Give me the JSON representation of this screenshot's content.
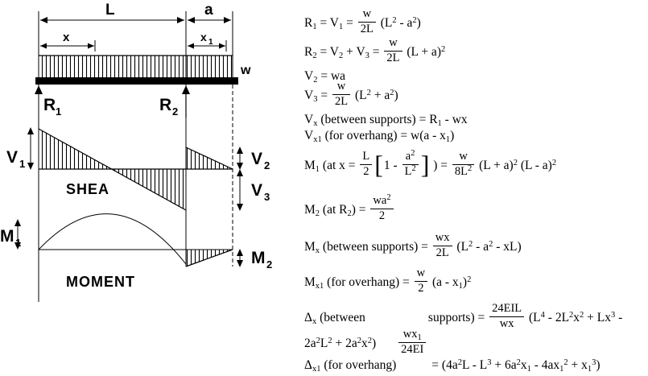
{
  "diagram": {
    "L": "L",
    "a": "a",
    "x": "x",
    "x1_main": "x",
    "x1_sub": "1",
    "w": "w",
    "r1_main": "R",
    "r1_sub": "1",
    "r2_main": "R",
    "r2_sub": "2",
    "v1_main": "V",
    "v1_sub": "1",
    "v2_main": "V",
    "v2_sub": "2",
    "v3_main": "V",
    "v3_sub": "3",
    "m1_main": "M",
    "m1_sub": "1",
    "m2_main": "M",
    "m2_sub": "2",
    "shear_label": "SHEA",
    "moment_label": "MOMENT"
  },
  "formulas": [
    {
      "name": "r1",
      "tokens": [
        {
          "t": "R"
        },
        {
          "sub": "1"
        },
        {
          "t": " = V"
        },
        {
          "sub": "1"
        },
        {
          "t": " = "
        },
        {
          "frac": {
            "num": [
              {
                "t": "w"
              }
            ],
            "den": [
              {
                "t": "2L"
              }
            ]
          }
        },
        {
          "t": " (L"
        },
        {
          "sup": "2"
        },
        {
          "t": " - a"
        },
        {
          "sup": "2"
        },
        {
          "t": ")"
        }
      ]
    },
    {
      "name": "r2",
      "tokens": [
        {
          "t": "R"
        },
        {
          "sub": "2"
        },
        {
          "t": " = V"
        },
        {
          "sub": "2"
        },
        {
          "t": " + V"
        },
        {
          "sub": "3"
        },
        {
          "t": " = "
        },
        {
          "frac": {
            "num": [
              {
                "t": "w"
              }
            ],
            "den": [
              {
                "t": "2L"
              }
            ]
          }
        },
        {
          "t": " (L + a)"
        },
        {
          "sup": "2"
        }
      ]
    },
    {
      "name": "v2",
      "tokens": [
        {
          "t": "V"
        },
        {
          "sub": "2"
        },
        {
          "t": " = wa"
        }
      ]
    },
    {
      "name": "v3",
      "tokens": [
        {
          "t": "V"
        },
        {
          "sub": "3"
        },
        {
          "t": " = "
        },
        {
          "frac": {
            "num": [
              {
                "t": "w"
              }
            ],
            "den": [
              {
                "t": "2L"
              }
            ]
          }
        },
        {
          "t": " (L"
        },
        {
          "sup": "2"
        },
        {
          "t": " + a"
        },
        {
          "sup": "2"
        },
        {
          "t": ")"
        }
      ]
    },
    {
      "name": "vx",
      "tokens": [
        {
          "t": "V"
        },
        {
          "sub": "x"
        },
        {
          "t": " (between supports) = R"
        },
        {
          "sub": "1"
        },
        {
          "t": " - wx"
        }
      ]
    },
    {
      "name": "vx1",
      "tokens": [
        {
          "t": "V"
        },
        {
          "sub": "x1"
        },
        {
          "t": " (for overhang) = w(a - x"
        },
        {
          "sub": "1"
        },
        {
          "t": ")"
        }
      ]
    },
    {
      "name": "m1",
      "tokens": [
        {
          "t": "M"
        },
        {
          "sub": "1"
        },
        {
          "t": " (at x = "
        },
        {
          "frac": {
            "num": [
              {
                "t": "L"
              }
            ],
            "den": [
              {
                "t": "2"
              }
            ]
          }
        },
        {
          "big": "["
        },
        {
          "t": "1 - "
        },
        {
          "frac": {
            "num": [
              {
                "t": "a"
              },
              {
                "sup": "2"
              }
            ],
            "den": [
              {
                "t": "L"
              },
              {
                "sup": "2"
              }
            ]
          }
        },
        {
          "big": "]"
        },
        {
          "t": " ) = "
        },
        {
          "frac": {
            "num": [
              {
                "t": "w"
              }
            ],
            "den": [
              {
                "t": "8L"
              },
              {
                "sup": "2"
              }
            ]
          }
        },
        {
          "t": " (L + a)"
        },
        {
          "sup": "2"
        },
        {
          "t": " (L - a)"
        },
        {
          "sup": "2"
        }
      ]
    },
    {
      "name": "m2",
      "tokens": [
        {
          "t": "M"
        },
        {
          "sub": "2"
        },
        {
          "t": " (at R"
        },
        {
          "sub": "2"
        },
        {
          "t": ") = "
        },
        {
          "frac": {
            "num": [
              {
                "t": "wa"
              },
              {
                "sup": "2"
              }
            ],
            "den": [
              {
                "t": "2"
              }
            ]
          }
        }
      ]
    },
    {
      "name": "mx",
      "tokens": [
        {
          "t": "M"
        },
        {
          "sub": "x"
        },
        {
          "t": " (between supports) = "
        },
        {
          "frac": {
            "num": [
              {
                "t": "wx"
              }
            ],
            "den": [
              {
                "t": "2L"
              }
            ]
          }
        },
        {
          "t": " (L"
        },
        {
          "sup": "2"
        },
        {
          "t": " - a"
        },
        {
          "sup": "2"
        },
        {
          "t": " - xL)"
        }
      ]
    },
    {
      "name": "mx1",
      "tokens": [
        {
          "t": "M"
        },
        {
          "sub": "x1"
        },
        {
          "t": " (for overhang) = "
        },
        {
          "frac": {
            "num": [
              {
                "t": "w"
              }
            ],
            "den": [
              {
                "t": "2"
              }
            ]
          }
        },
        {
          "t": " (a - x"
        },
        {
          "sub": "1"
        },
        {
          "t": ")"
        },
        {
          "sup": "2"
        }
      ]
    },
    {
      "name": "dx",
      "tokens": [
        {
          "t": "Δ"
        },
        {
          "sub": "x"
        },
        {
          "t": " (between"
        },
        {
          "sp": 78
        },
        {
          "t": "supports) = "
        },
        {
          "frac": {
            "num": [
              {
                "t": "24EIL"
              }
            ],
            "den": [
              {
                "t": "wx"
              }
            ]
          }
        },
        {
          "t": " (L"
        },
        {
          "sup": "4"
        },
        {
          "t": " - 2L"
        },
        {
          "sup": "2"
        },
        {
          "t": "x"
        },
        {
          "sup": "2"
        },
        {
          "t": " + Lx"
        },
        {
          "sup": "3"
        },
        {
          "t": " -"
        }
      ]
    },
    {
      "name": "dx-continued",
      "tokens": [
        {
          "t": "2a"
        },
        {
          "sup": "2"
        },
        {
          "t": "L"
        },
        {
          "sup": "2"
        },
        {
          "t": " + 2a"
        },
        {
          "sup": "2"
        },
        {
          "t": "x"
        },
        {
          "sup": "2"
        },
        {
          "t": ")"
        },
        {
          "sp": 26
        },
        {
          "frac": {
            "num": [
              {
                "t": "wx"
              },
              {
                "sub": "1"
              }
            ],
            "den": [
              {
                "t": "24EI"
              }
            ]
          }
        }
      ]
    },
    {
      "name": "dx1",
      "tokens": [
        {
          "t": "Δ"
        },
        {
          "sub": "x1"
        },
        {
          "t": " (for overhang)"
        },
        {
          "sp": 44
        },
        {
          "t": "= (4a"
        },
        {
          "sup": "2"
        },
        {
          "t": "L - L"
        },
        {
          "sup": "3"
        },
        {
          "t": " + 6a"
        },
        {
          "sup": "2"
        },
        {
          "t": "x"
        },
        {
          "sub": "1"
        },
        {
          "t": " - 4ax"
        },
        {
          "sub": "1"
        },
        {
          "sup": "2"
        },
        {
          "t": " + x"
        },
        {
          "sub": "1"
        },
        {
          "sup": "3"
        },
        {
          "t": ")"
        }
      ]
    }
  ]
}
